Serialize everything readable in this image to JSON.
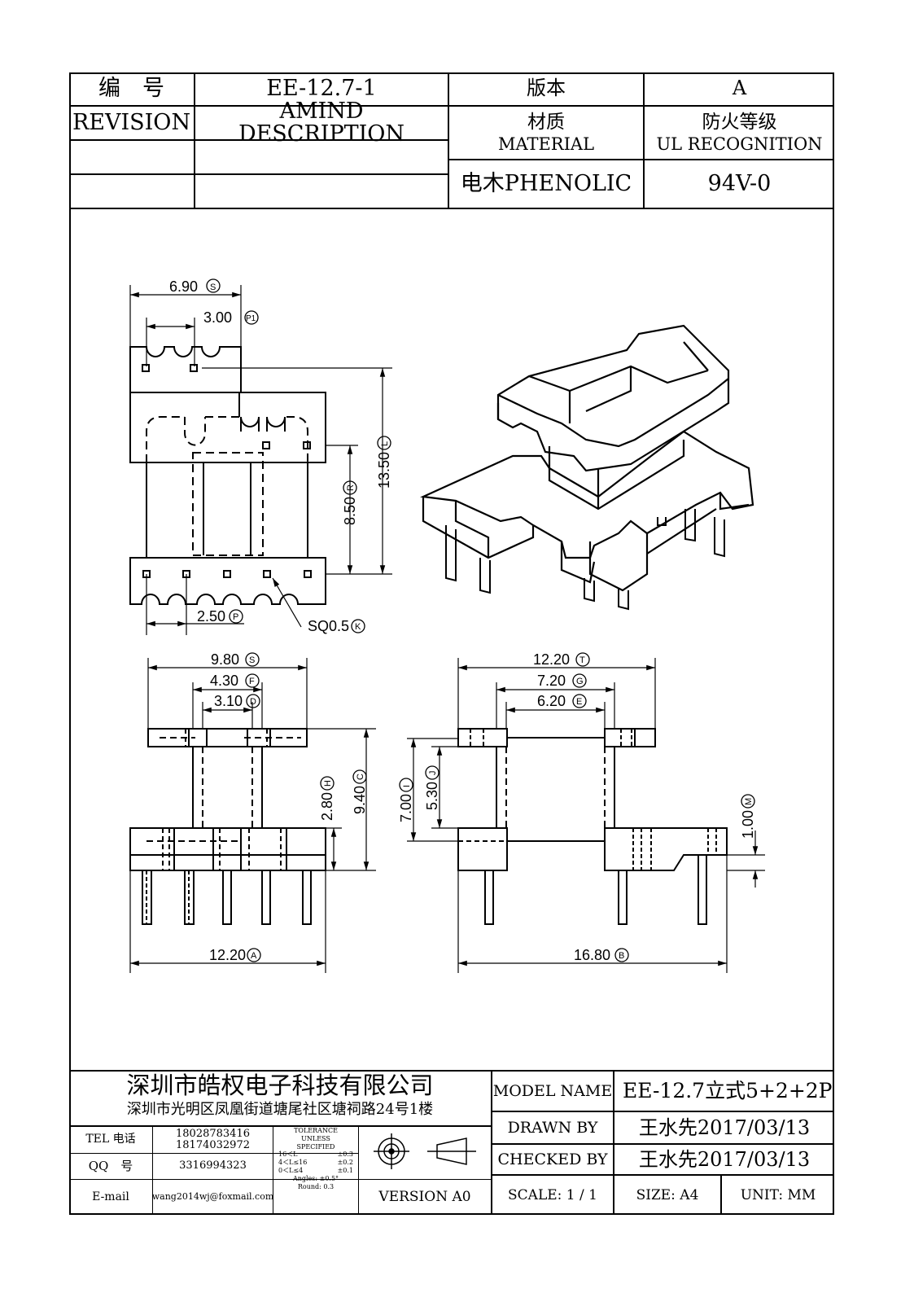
{
  "header": {
    "code_label": "编　号",
    "code_value": "EE-12.7-1",
    "version_label": "版本",
    "version_value": "A",
    "revision_label": "REVISION",
    "amind_label": "AMIND DESCRIPTION",
    "material_label_cn": "材质",
    "material_label_en": "MATERIAL",
    "ul_label_cn": "防火等级",
    "ul_label_en": "UL RECOGNITION",
    "material_value": "电木PHENOLIC",
    "ul_value": "94V-0"
  },
  "dims": {
    "top_view": {
      "width_s": "6.90",
      "pitch_p1": "3.00",
      "height_l": "13.50",
      "inner_r": "8.50",
      "pitch_p": "2.50",
      "pin_k": "SQ0.5"
    },
    "front_view": {
      "s": "9.80",
      "f": "4.30",
      "d": "3.10",
      "h": "2.80",
      "c": "9.40",
      "a": "12.20"
    },
    "side_view": {
      "t": "12.20",
      "g": "7.20",
      "e": "6.20",
      "i": "7.00",
      "j": "5.30",
      "m": "1.00",
      "b": "16.80"
    },
    "marks": {
      "s": "S",
      "p1": "P1",
      "l": "L",
      "r": "R",
      "p": "P",
      "k": "K",
      "f": "F",
      "d": "D",
      "h": "H",
      "c": "C",
      "a": "A",
      "t": "T",
      "g": "G",
      "e": "E",
      "i": "I",
      "j": "J",
      "m": "M",
      "b": "B"
    }
  },
  "footer": {
    "company_name": "深圳市皓权电子科技有限公司",
    "company_address": "深圳市光明区凤凰街道塘尾社区塘祠路24号1楼",
    "tel_label": "TEL 电话",
    "tel_values": [
      "18028783416",
      "18174032972"
    ],
    "qq_label": "QQ　号",
    "qq_value": "3316994323",
    "email_label": "E-mail",
    "email_value": "wang2014wj@foxmail.com",
    "tolerance_title": [
      "TOLERANCE",
      "UNLESS",
      "SPECIFIED"
    ],
    "tolerance_rows": [
      [
        "16＜L",
        "±0.3"
      ],
      [
        "4＜L≤16",
        "±0.2"
      ],
      [
        "0＜L≤4",
        "±0.1"
      ]
    ],
    "angles": "Angles: ±0.5°",
    "round": "Round: 0.3",
    "version": "VERSION A0",
    "model_label": "MODEL NAME",
    "model_value": "EE-12.7立式5+2+2P",
    "drawn_label": "DRAWN BY",
    "drawn_value": "王水先2017/03/13",
    "checked_label": "CHECKED BY",
    "checked_value": "王水先2017/03/13",
    "scale": "SCALE: 1 / 1",
    "size": "SIZE: A4",
    "unit": "UNIT: MM"
  }
}
